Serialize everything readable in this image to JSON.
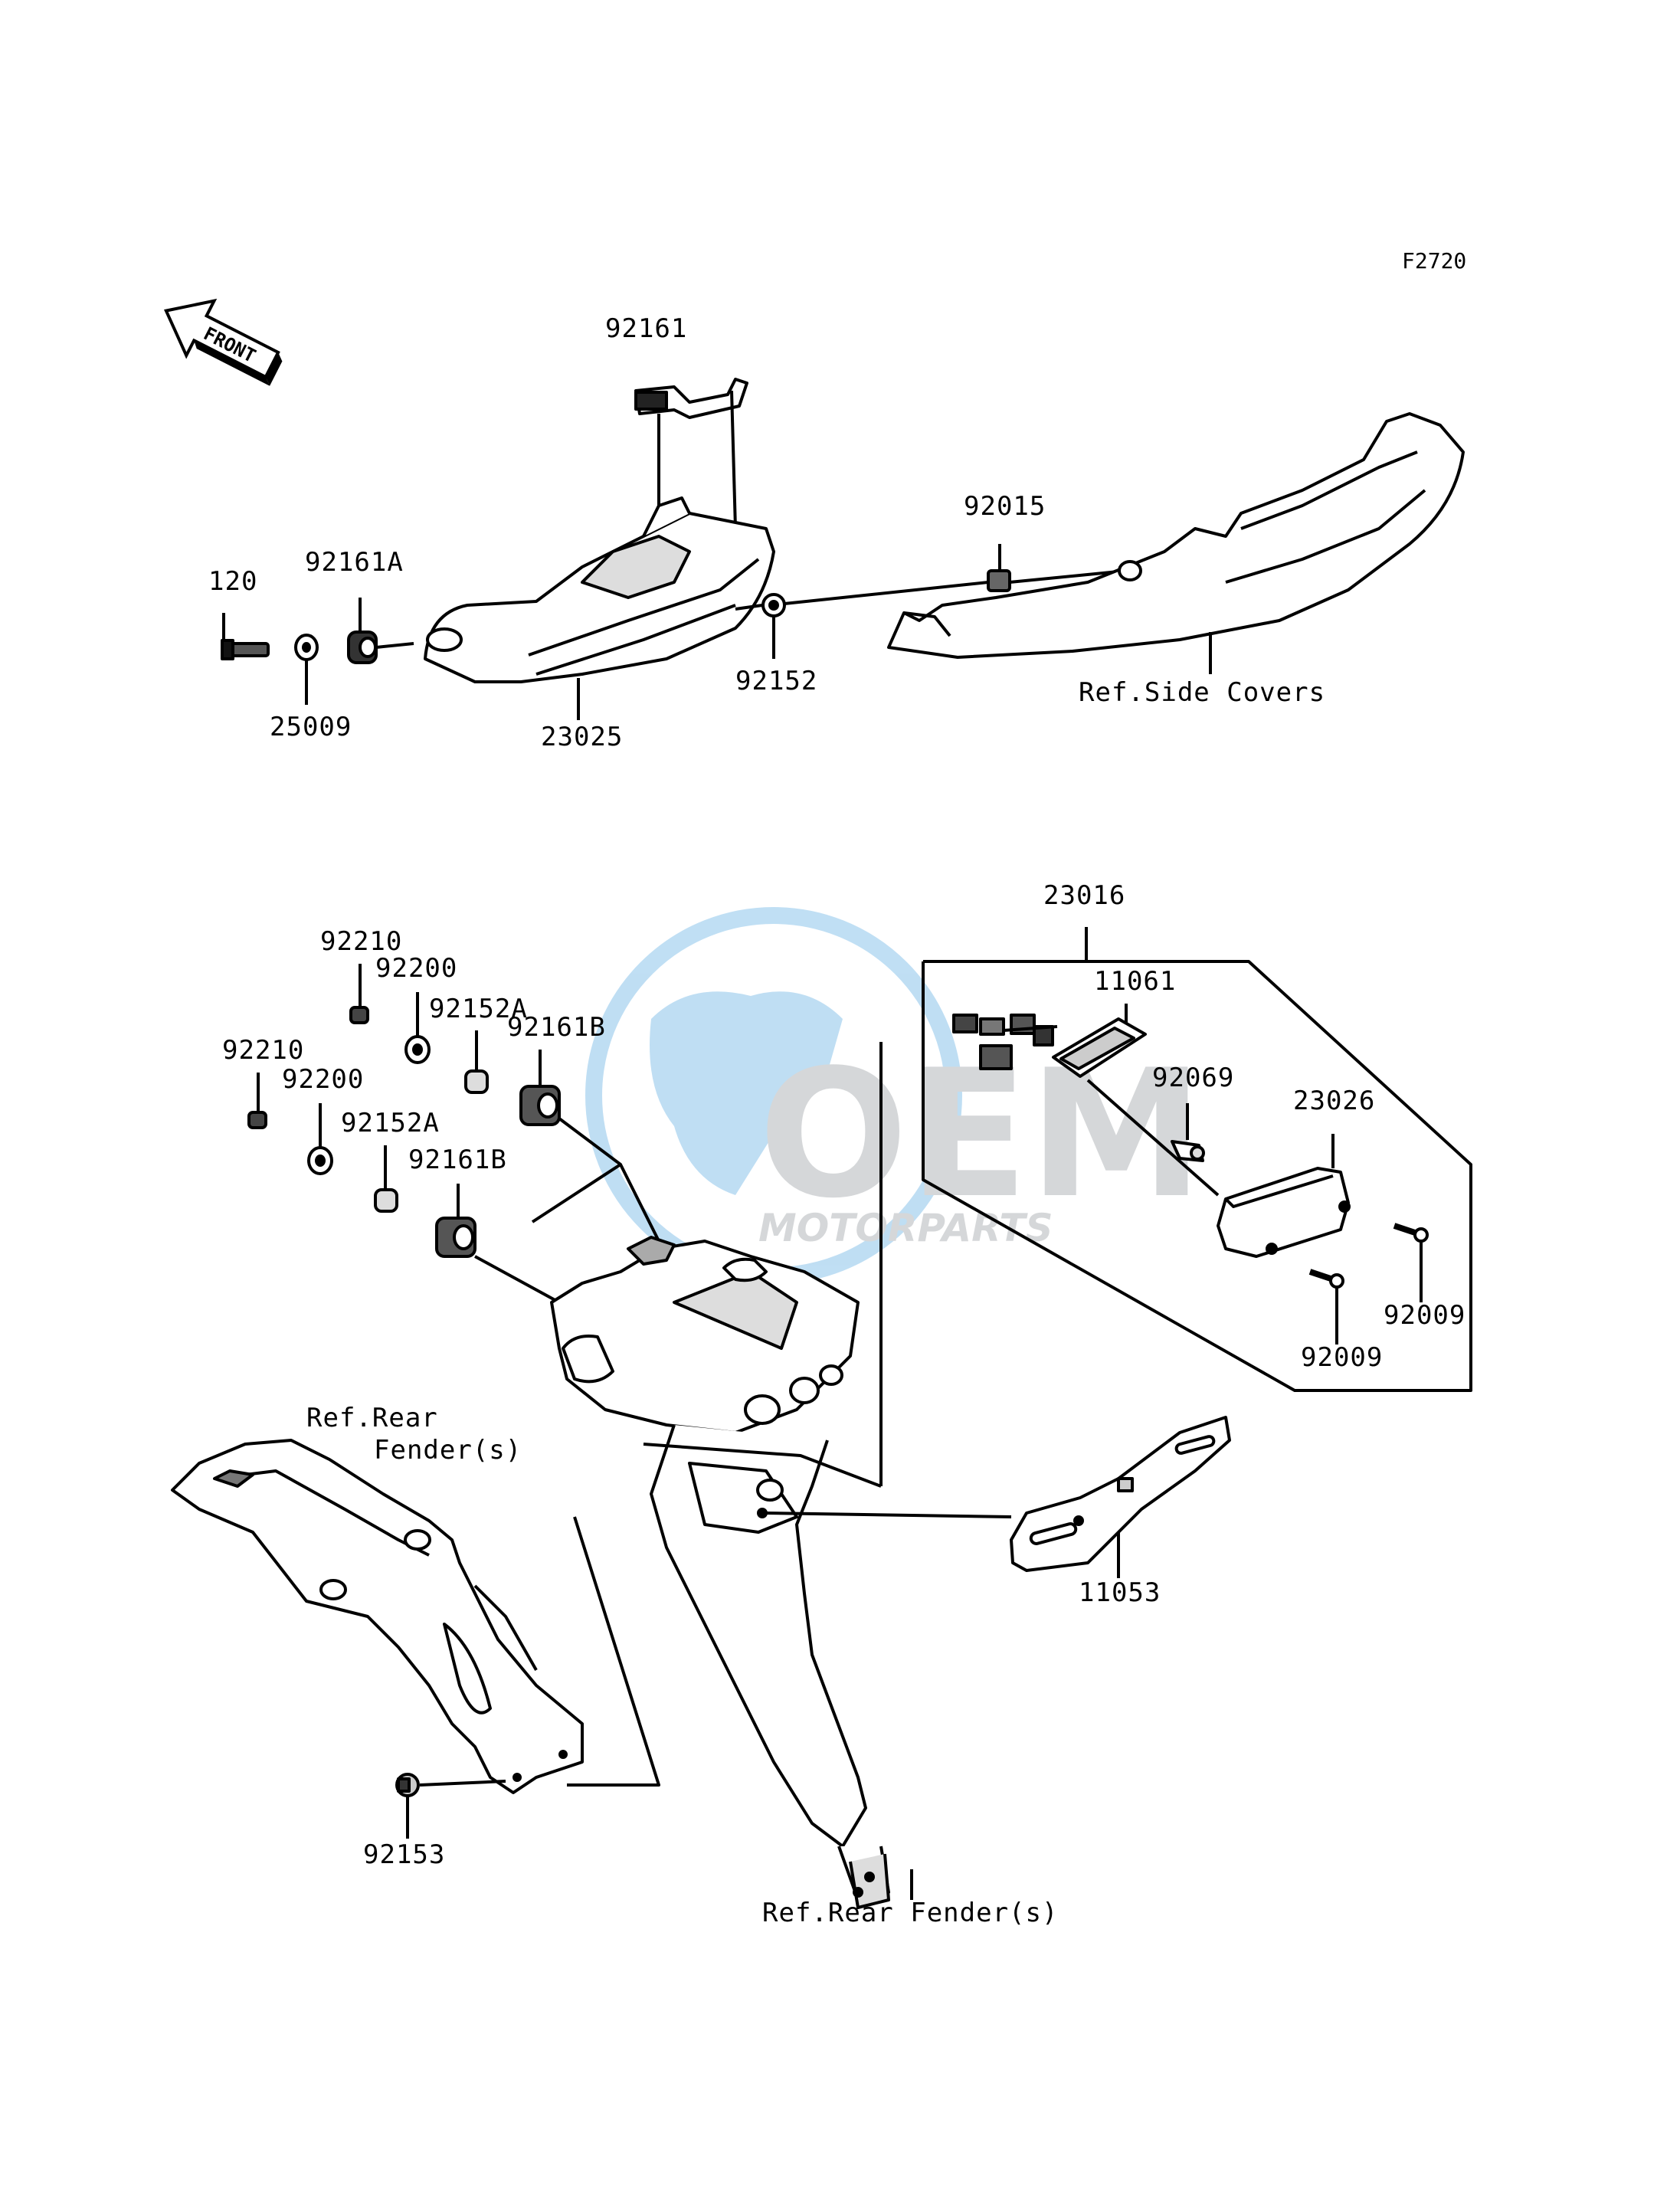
{
  "diagram": {
    "code": "F2720",
    "front_arrow": "FRONT",
    "watermark": {
      "brand": "OEM",
      "sub": "MOTORPARTS",
      "color": "#4aa3df"
    },
    "labels": {
      "p92161": "92161",
      "p120": "120",
      "p92161A": "92161A",
      "p25009": "25009",
      "p23025": "23025",
      "p92015": "92015",
      "p92152": "92152",
      "ref_side_covers": "Ref.Side Covers",
      "p23016": "23016",
      "p11061": "11061",
      "p92069": "92069",
      "p23026": "23026",
      "p92009a": "92009",
      "p92009b": "92009",
      "p92210a": "92210",
      "p92200a": "92200",
      "p92152Aa": "92152A",
      "p92161Ba": "92161B",
      "p92210b": "92210",
      "p92200b": "92200",
      "p92152Ab": "92152A",
      "p92161Bb": "92161B",
      "ref_rear_fender_1": "Ref.Rear",
      "ref_rear_fender_2": "Fender(s)",
      "p11053": "11053",
      "p92153": "92153",
      "ref_rear_fender_bottom": "Ref.Rear Fender(s)"
    }
  }
}
